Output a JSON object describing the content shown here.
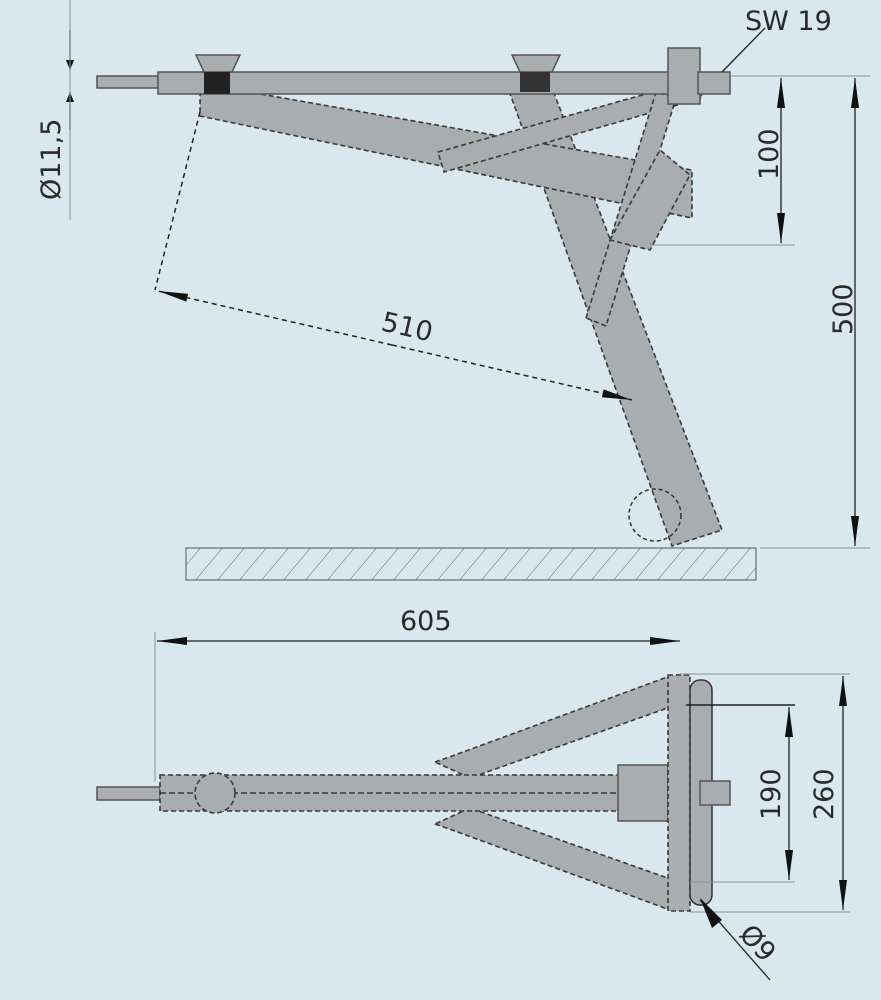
{
  "side_view": {
    "wrench_size_label": "SW 19",
    "rod_diameter_label": "Ø11,5",
    "height_offset_label": "100",
    "total_height_label": "500",
    "diagonal_length_label": "510"
  },
  "top_view": {
    "length_label": "605",
    "inner_width_label": "190",
    "outer_width_label": "260",
    "hole_diameter_label": "Ø9"
  },
  "colors": {
    "background": "#d9e7ef",
    "part_fill": "#a9adaf",
    "line": "#222222"
  }
}
